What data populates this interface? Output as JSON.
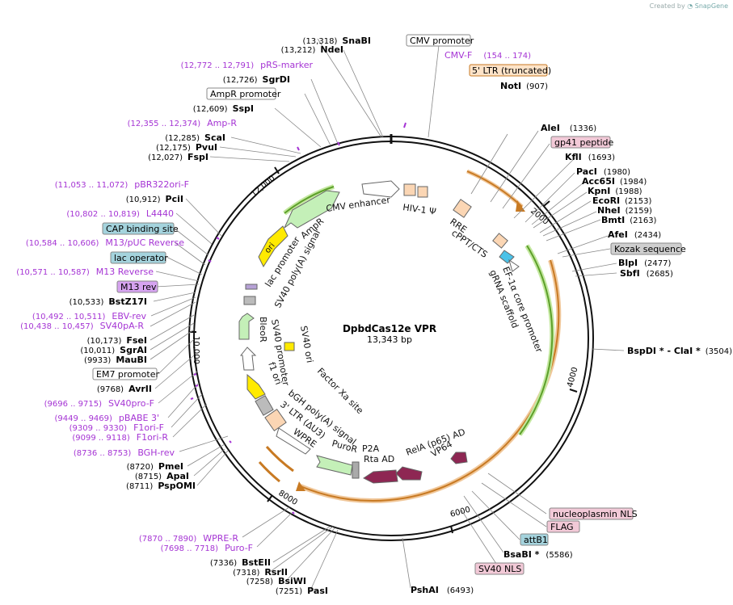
{
  "credit": {
    "prefix": "Created by",
    "brand": "SnapGene"
  },
  "plasmid": {
    "name": "DpbdCas12e VPR",
    "length": "13,343 bp",
    "length_bp": 13343
  },
  "scale_labels": [
    "2000",
    "4000",
    "6000",
    "8000",
    "10,000",
    "12,000"
  ],
  "colors": {
    "enzyme": "#000000",
    "primer": "#a534d4",
    "orange_arc": "#e8952f",
    "green_arc": "#7cc73f",
    "feature_magenta": "#8e2753"
  },
  "enzymes_right": [
    {
      "name": "NotI",
      "pos": "(907)"
    },
    {
      "name": "AleI",
      "pos": "(1336)"
    },
    {
      "name": "KflI",
      "pos": "(1693)"
    },
    {
      "name": "PacI",
      "pos": "(1980)"
    },
    {
      "name": "Acc65I",
      "pos": "(1984)"
    },
    {
      "name": "KpnI",
      "pos": "(1988)"
    },
    {
      "name": "EcoRI",
      "pos": "(2153)"
    },
    {
      "name": "NheI",
      "pos": "(2159)"
    },
    {
      "name": "BmtI",
      "pos": "(2163)"
    },
    {
      "name": "AfeI",
      "pos": "(2434)"
    },
    {
      "name": "BlpI",
      "pos": "(2477)"
    },
    {
      "name": "SbfI",
      "pos": "(2685)"
    },
    {
      "name": "BspDI * - ClaI *",
      "pos": "(3504)"
    },
    {
      "name": "BsaBI *",
      "pos": "(5586)"
    },
    {
      "name": "PshAI",
      "pos": "(6493)"
    }
  ],
  "enzymes_left": [
    {
      "name": "SnaBI",
      "pos": "(13,318)"
    },
    {
      "name": "NdeI",
      "pos": "(13,212)"
    },
    {
      "name": "SgrDI",
      "pos": "(12,726)"
    },
    {
      "name": "SspI",
      "pos": "(12,609)"
    },
    {
      "name": "ScaI",
      "pos": "(12,285)"
    },
    {
      "name": "PvuI",
      "pos": "(12,175)"
    },
    {
      "name": "FspI",
      "pos": "(12,027)"
    },
    {
      "name": "PciI",
      "pos": "(10,912)"
    },
    {
      "name": "BstZ17I",
      "pos": "(10,533)"
    },
    {
      "name": "FseI",
      "pos": "(10,173)"
    },
    {
      "name": "SgrAI",
      "pos": "(10,011)"
    },
    {
      "name": "MauBI",
      "pos": "(9933)"
    },
    {
      "name": "AvrII",
      "pos": "(9768)"
    },
    {
      "name": "PmeI",
      "pos": "(8720)"
    },
    {
      "name": "ApaI",
      "pos": "(8715)"
    },
    {
      "name": "PspOMI",
      "pos": "(8711)"
    },
    {
      "name": "BstEII",
      "pos": "(7336)"
    },
    {
      "name": "RsrII",
      "pos": "(7318)"
    },
    {
      "name": "BsiWI",
      "pos": "(7258)"
    },
    {
      "name": "PasI",
      "pos": "(7251)"
    }
  ],
  "primers": [
    {
      "name": "CMV-F",
      "pos": "(154 .. 174)"
    },
    {
      "name": "pRS-marker",
      "pos": "(12,772 .. 12,791)"
    },
    {
      "name": "Amp-R",
      "pos": "(12,355 .. 12,374)"
    },
    {
      "name": "pBR322ori-F",
      "pos": "(11,053 .. 11,072)"
    },
    {
      "name": "L4440",
      "pos": "(10,802 .. 10,819)"
    },
    {
      "name": "M13/pUC Reverse",
      "pos": "(10,584 .. 10,606)"
    },
    {
      "name": "M13 Reverse",
      "pos": "(10,571 .. 10,587)"
    },
    {
      "name": "EBV-rev",
      "pos": "(10,492 .. 10,511)"
    },
    {
      "name": "SV40pA-R",
      "pos": "(10,438 .. 10,457)"
    },
    {
      "name": "SV40pro-F",
      "pos": "(9696 .. 9715)"
    },
    {
      "name": "pBABE 3'",
      "pos": "(9449 .. 9469)"
    },
    {
      "name": "F1ori-F",
      "pos": "(9309 .. 9330)"
    },
    {
      "name": "F1ori-R",
      "pos": "(9099 .. 9118)"
    },
    {
      "name": "BGH-rev",
      "pos": "(8736 .. 8753)"
    },
    {
      "name": "WPRE-R",
      "pos": "(7870 .. 7890)"
    },
    {
      "name": "Puro-F",
      "pos": "(7698 .. 7718)"
    }
  ],
  "boxed_labels": [
    {
      "name": "CMV promoter",
      "style": "white"
    },
    {
      "name": "5' LTR (truncated)",
      "style": "peach"
    },
    {
      "name": "AmpR promoter",
      "style": "white"
    },
    {
      "name": "gp41 peptide",
      "style": "pink"
    },
    {
      "name": "Kozak sequence",
      "style": "gray"
    },
    {
      "name": "CAP binding site",
      "style": "teal"
    },
    {
      "name": "lac operator",
      "style": "teal"
    },
    {
      "name": "M13 rev",
      "style": "violet"
    },
    {
      "name": "EM7 promoter",
      "style": "white"
    },
    {
      "name": "nucleoplasmin NLS",
      "style": "pink"
    },
    {
      "name": "FLAG",
      "style": "pink"
    },
    {
      "name": "attB1",
      "style": "teal"
    },
    {
      "name": "SV40 NLS",
      "style": "pink"
    }
  ],
  "inner_features": [
    {
      "name": "CMV enhancer"
    },
    {
      "name": "HIV-1 Ψ"
    },
    {
      "name": "RRE"
    },
    {
      "name": "cPPT/CTS"
    },
    {
      "name": "EF-1α core promoter"
    },
    {
      "name": "gRNA scaffold"
    },
    {
      "name": "AmpR"
    },
    {
      "name": "ori"
    },
    {
      "name": "lac promoter"
    },
    {
      "name": "SV40 poly(A) signal"
    },
    {
      "name": "BleoR"
    },
    {
      "name": "SV40 promoter"
    },
    {
      "name": "f1 ori"
    },
    {
      "name": "SV40 ori"
    },
    {
      "name": "Factor Xa site"
    },
    {
      "name": "bGH poly(A) signal"
    },
    {
      "name": "3' LTR (ΔU3)"
    },
    {
      "name": "WPRE"
    },
    {
      "name": "PuroR"
    },
    {
      "name": "P2A"
    },
    {
      "name": "Rta AD"
    },
    {
      "name": "RelA (p65) AD"
    },
    {
      "name": "VP64"
    }
  ]
}
